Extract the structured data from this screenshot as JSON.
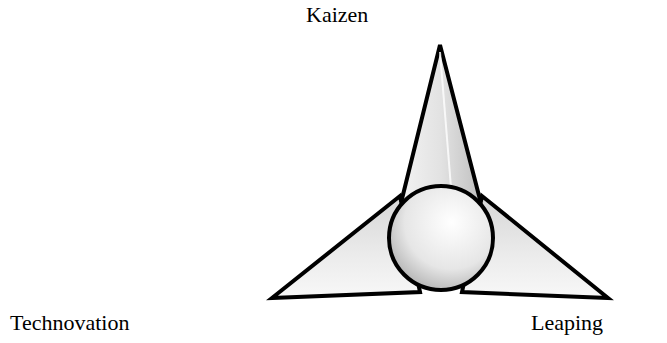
{
  "diagram": {
    "labels": [
      "Kaizen",
      "Technovation",
      "Leaping"
    ]
  }
}
